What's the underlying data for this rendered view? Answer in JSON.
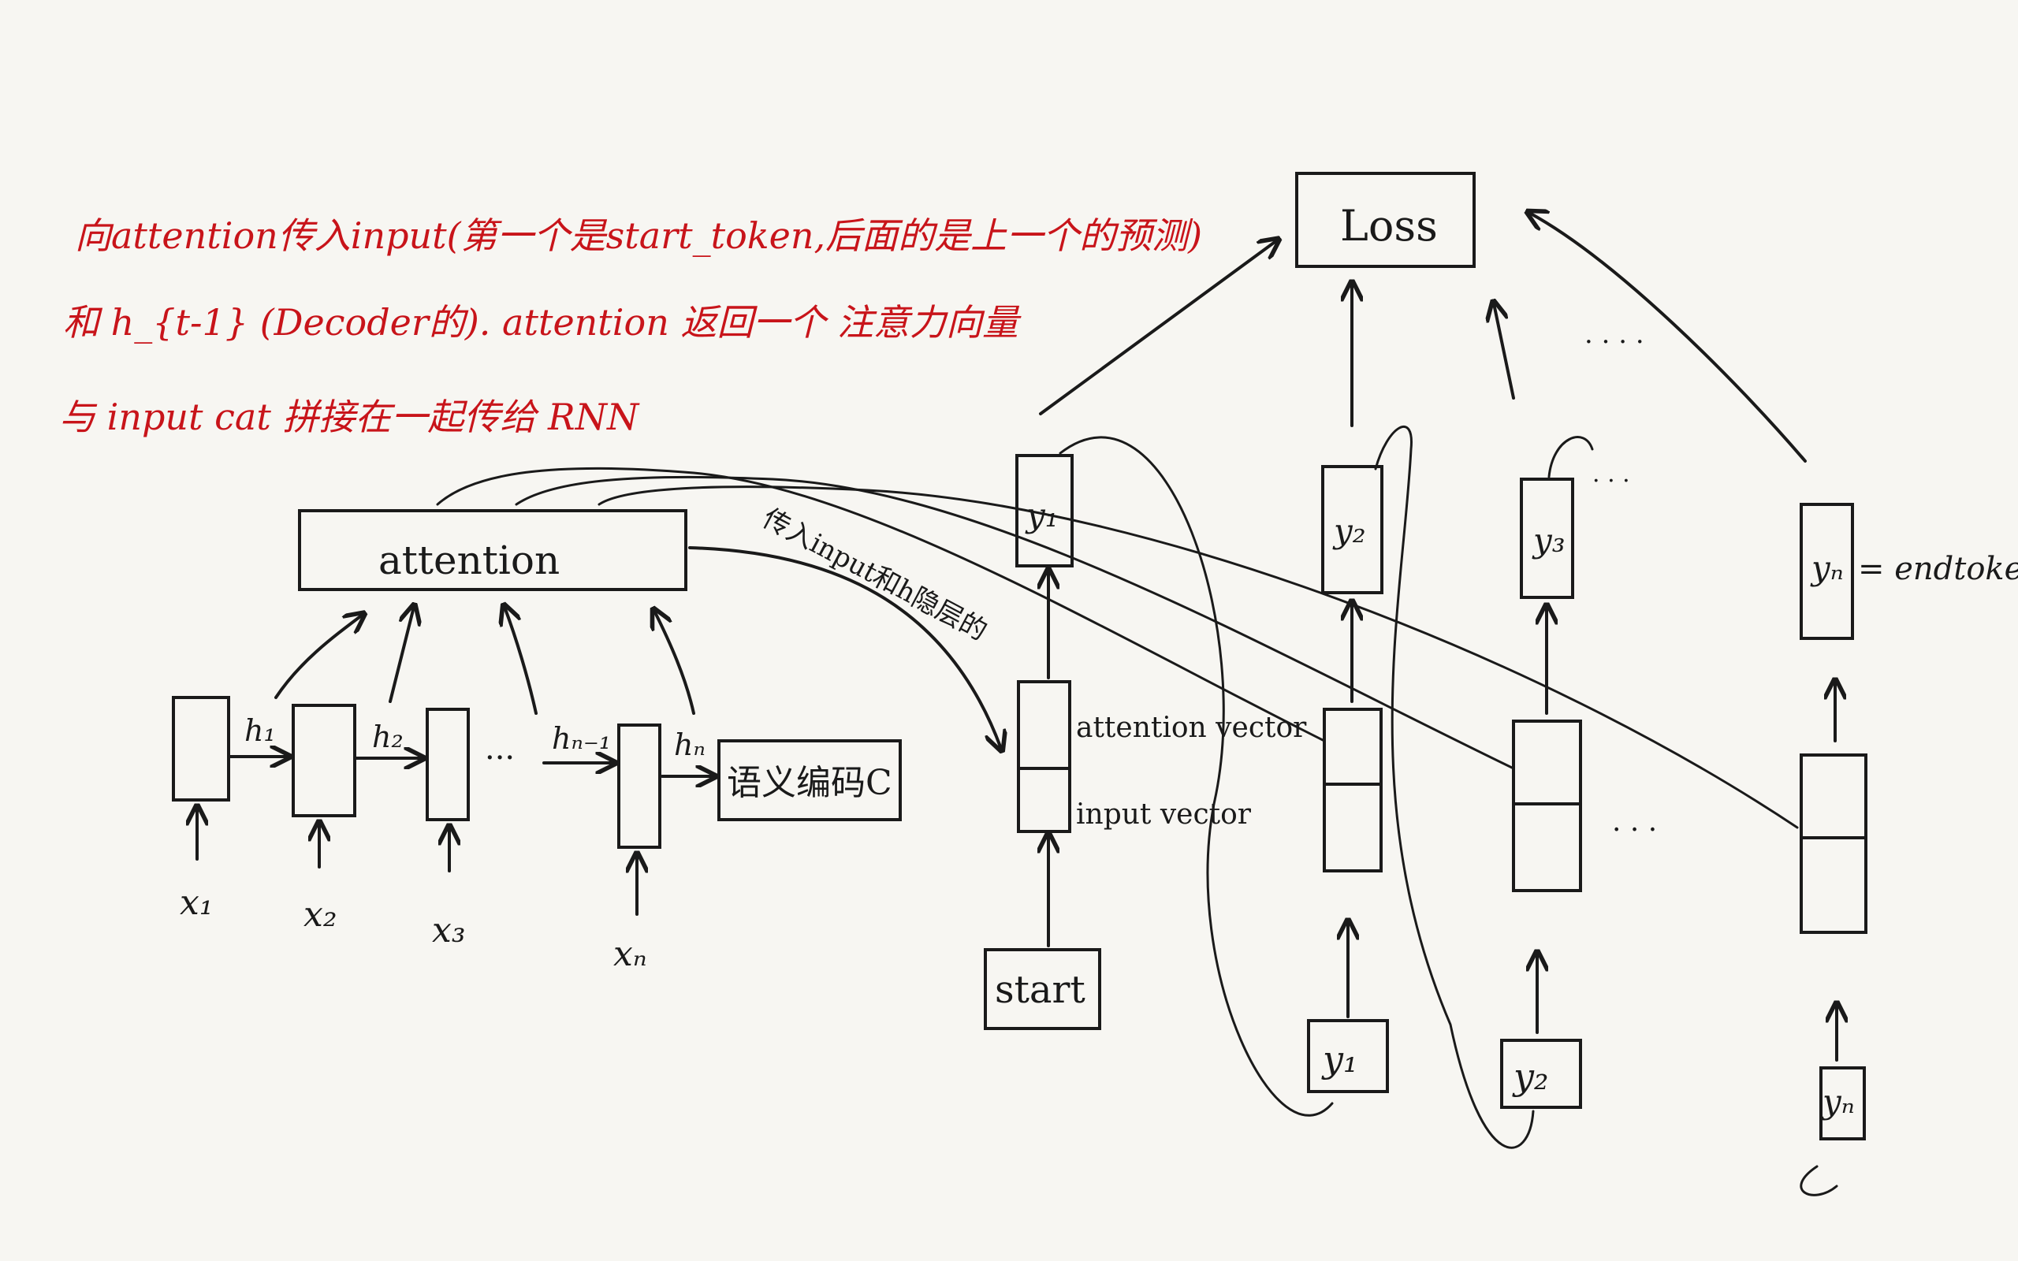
{
  "notes": {
    "line1": "向attention传入input(第一个是start_token,后面的是上一个的预测)",
    "line2": "和 h_{t-1} (Decoder的). attention 返回一个 注意力向量",
    "line3": "与 input cat 拼接在一起传给 RNN"
  },
  "encoder": {
    "attention": "attention",
    "h1": "h₁",
    "h2": "h₂",
    "hn1": "hₙ₋₁",
    "hn": "hₙ",
    "dots": "···",
    "semantic": "语义编码C",
    "x1": "x₁",
    "x2": "x₂",
    "x3": "x₃",
    "xn": "xₙ"
  },
  "middle": {
    "arrow_label": "传入input和h隐层的"
  },
  "decoder": {
    "loss": "Loss",
    "y1": "y₁",
    "y2": "y₂",
    "y3": "y₃",
    "yn": "yₙ",
    "end_token": "= endtoken",
    "attention_vector": "attention vector",
    "input_vector": "input vector",
    "start": "start",
    "in_y1": "y₁",
    "in_y2": "y₂",
    "in_yn": "yₙ",
    "dots": "· · · ·",
    "dots2": "·  ·  ·",
    "dots3": "· · ·"
  }
}
